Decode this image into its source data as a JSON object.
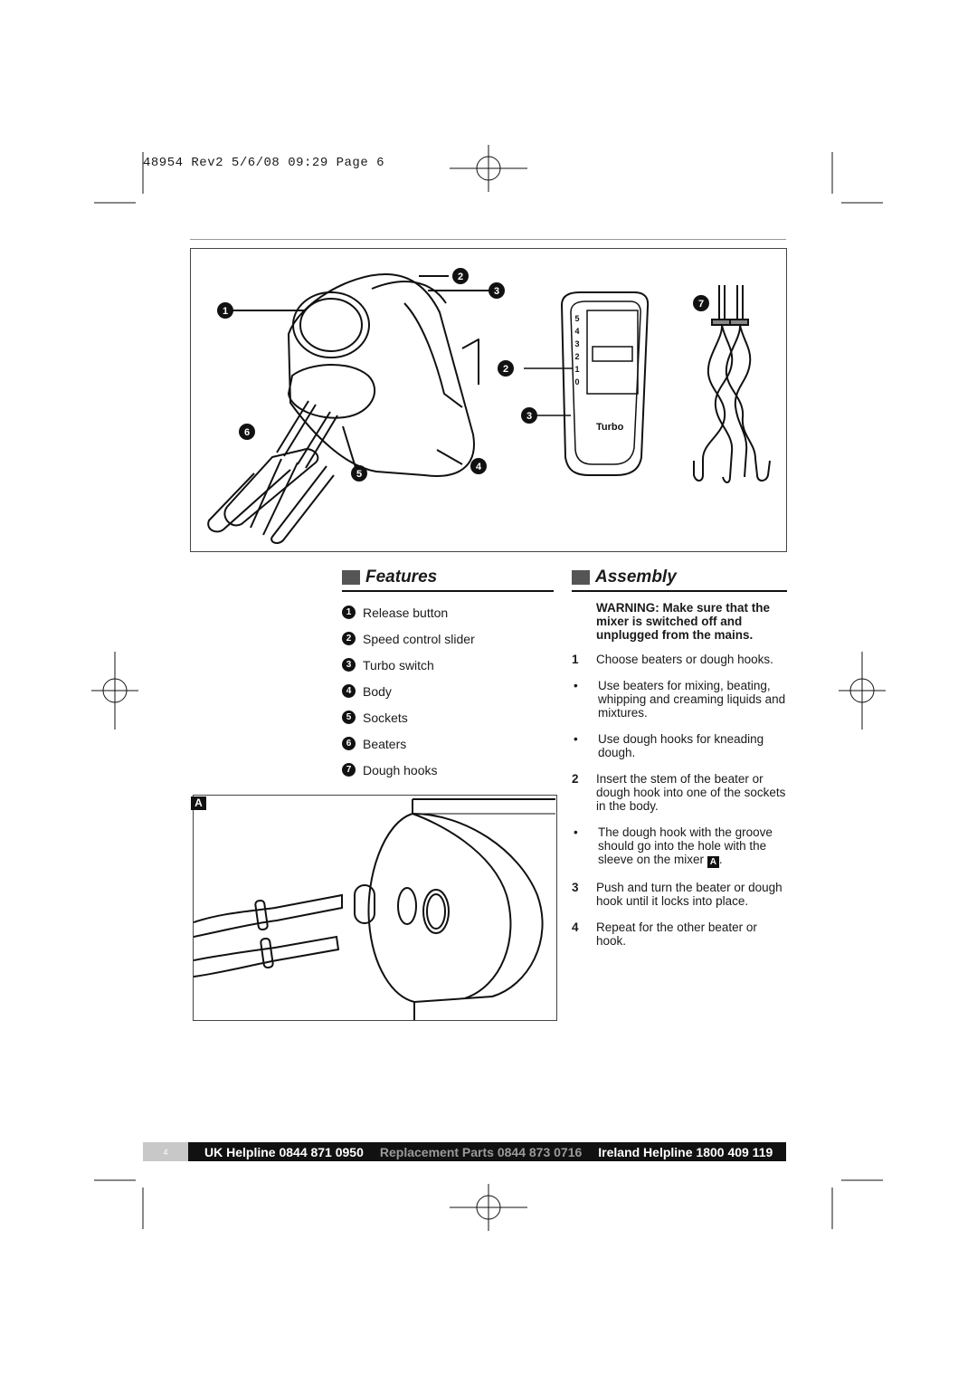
{
  "slug": "48954 Rev2 5/6/08 09:29 Page 6",
  "diagram": {
    "mixer_callouts": [
      "1",
      "2",
      "3",
      "4",
      "5",
      "6"
    ],
    "control_callouts": [
      "2",
      "3"
    ],
    "dough_hook_callout": "7",
    "speed_scale": [
      "5",
      "4",
      "3",
      "2",
      "1",
      "0"
    ],
    "turbo_label": "Turbo"
  },
  "features": {
    "title": "Features",
    "items": [
      {
        "num": "1",
        "label": "Release button"
      },
      {
        "num": "2",
        "label": "Speed control slider"
      },
      {
        "num": "3",
        "label": "Turbo switch"
      },
      {
        "num": "4",
        "label": "Body"
      },
      {
        "num": "5",
        "label": "Sockets"
      },
      {
        "num": "6",
        "label": "Beaters"
      },
      {
        "num": "7",
        "label": "Dough hooks"
      }
    ]
  },
  "assembly": {
    "title": "Assembly",
    "warning": "WARNING: Make sure that the mixer is switched off and unplugged from the mains.",
    "steps": [
      {
        "mark": "1",
        "text": "Choose beaters or dough hooks."
      },
      {
        "mark": "•",
        "text": "Use beaters for mixing, beating, whipping and creaming liquids and mixtures."
      },
      {
        "mark": "•",
        "text": "Use dough hooks for kneading dough."
      },
      {
        "mark": "2",
        "text": "Insert the stem of the beater or dough hook into one of the sockets in the body."
      },
      {
        "mark": "•",
        "text": "The dough hook with the groove should go into the hole with the sleeve on the mixer",
        "figref": "A",
        "suffix": "."
      },
      {
        "mark": "3",
        "text": "Push and turn the beater or dough hook until it locks into place."
      },
      {
        "mark": "4",
        "text": "Repeat for the other beater or hook."
      }
    ]
  },
  "figure_a_label": "A",
  "footer": {
    "page_number": "4",
    "uk_helpline": "UK Helpline 0844 871 0950",
    "replacement_parts": "Replacement Parts 0844 873 0716",
    "ireland_helpline": "Ireland Helpline 1800 409 119"
  },
  "colors": {
    "ink": "#1a1a1a",
    "footer_bg": "#111111",
    "replacement_text": "#9a9a9a",
    "page_tab": "#c8c8c8"
  }
}
